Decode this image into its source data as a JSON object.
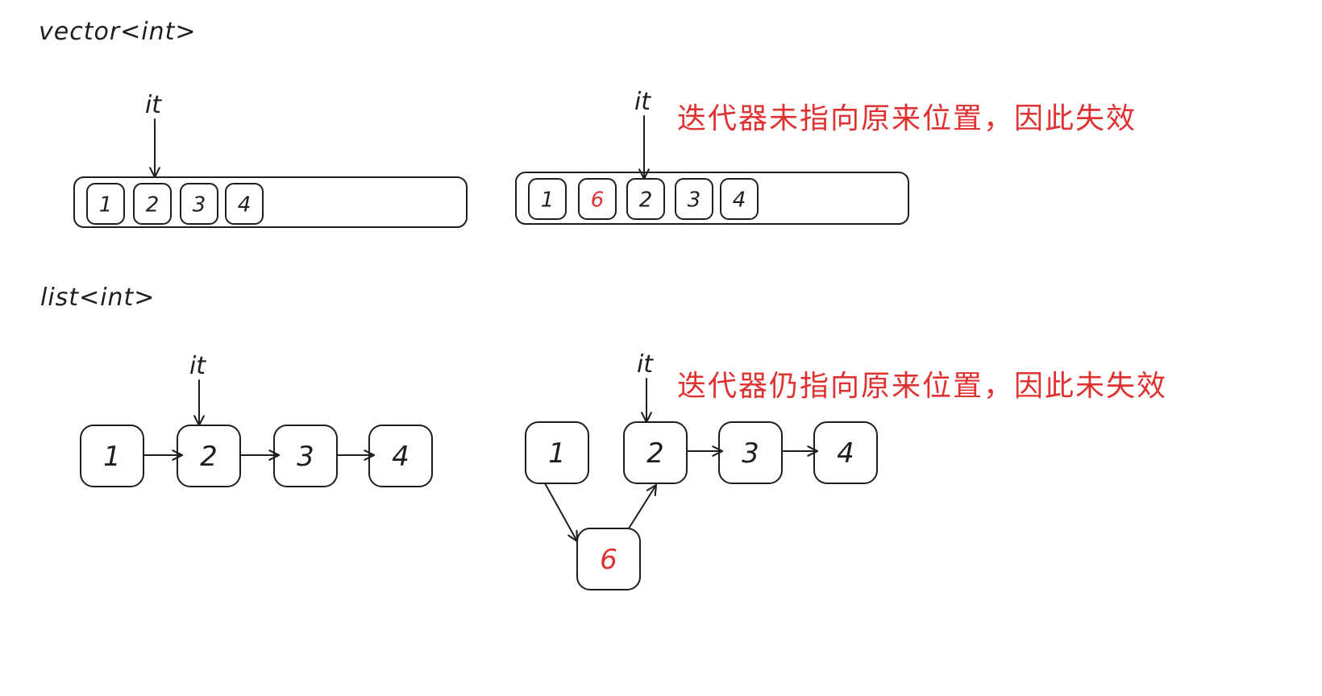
{
  "labels": {
    "vector_title": "vector<int>",
    "list_title": "list<int>",
    "iterator": "it",
    "vector_note": "迭代器未指向原来位置，因此失效",
    "list_note": "迭代器仍指向原来位置，因此未失效"
  },
  "vector_before": {
    "elements": [
      "1",
      "2",
      "3",
      "4"
    ],
    "iterator_index": 1
  },
  "vector_after": {
    "elements": [
      "1",
      "6",
      "2",
      "3",
      "4"
    ],
    "inserted_index": 1,
    "iterator_index": 2
  },
  "list_before": {
    "nodes": [
      "1",
      "2",
      "3",
      "4"
    ],
    "iterator_index": 1
  },
  "list_after": {
    "nodes": [
      "1",
      "2",
      "3",
      "4"
    ],
    "inserted": "6",
    "iterator_index": 1
  },
  "colors": {
    "ink": "#1e1e1e",
    "highlight": "#e03131"
  }
}
